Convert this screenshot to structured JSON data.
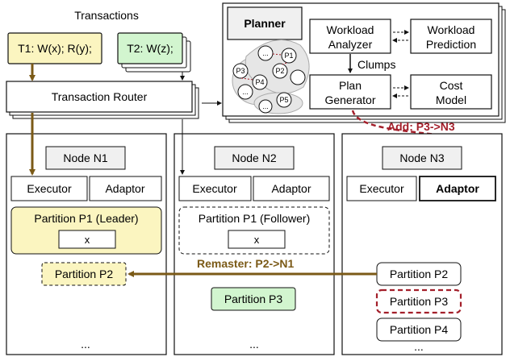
{
  "transactions": {
    "header": "Transactions",
    "t1": "T1: W(x); R(y);",
    "t2": "T2: W(z);"
  },
  "router": {
    "label": "Transaction Router"
  },
  "planner": {
    "title": "Planner",
    "workload_analyzer": [
      "Workload",
      "Analyzer"
    ],
    "workload_prediction": [
      "Workload",
      "Prediction"
    ],
    "clumps_label": "Clumps",
    "plan_generator": [
      "Plan",
      "Generator"
    ],
    "cost_model": [
      "Cost",
      "Model"
    ],
    "clump_nodes": [
      "P1",
      "P2",
      "P3",
      "P4",
      "P5"
    ],
    "dots": "..."
  },
  "annotations": {
    "add": "Add: P3->N3",
    "remaster": "Remaster: P2->N1"
  },
  "nodes": [
    {
      "title": "Node N1",
      "executor": "Executor",
      "adaptor": "Adaptor",
      "leader_partition": "Partition P1 (Leader)",
      "item": "x",
      "partition_p2": "Partition P2",
      "ellipsis": "..."
    },
    {
      "title": "Node N2",
      "executor": "Executor",
      "adaptor": "Adaptor",
      "follower_partition": "Partition P1 (Follower)",
      "item": "x",
      "partition_p3": "Partition P3",
      "ellipsis": "..."
    },
    {
      "title": "Node N3",
      "executor": "Executor",
      "adaptor": "Adaptor",
      "partitions": [
        "Partition P2",
        "Partition P3",
        "Partition P4"
      ],
      "ellipsis": "..."
    }
  ],
  "colors": {
    "yellow_fill": "#fbf5c0",
    "green_fill": "#d2f5cf",
    "brown_arrow": "#7b5a17",
    "red_dashed": "#a31f2a",
    "gray_fill": "#f0f0f0"
  }
}
